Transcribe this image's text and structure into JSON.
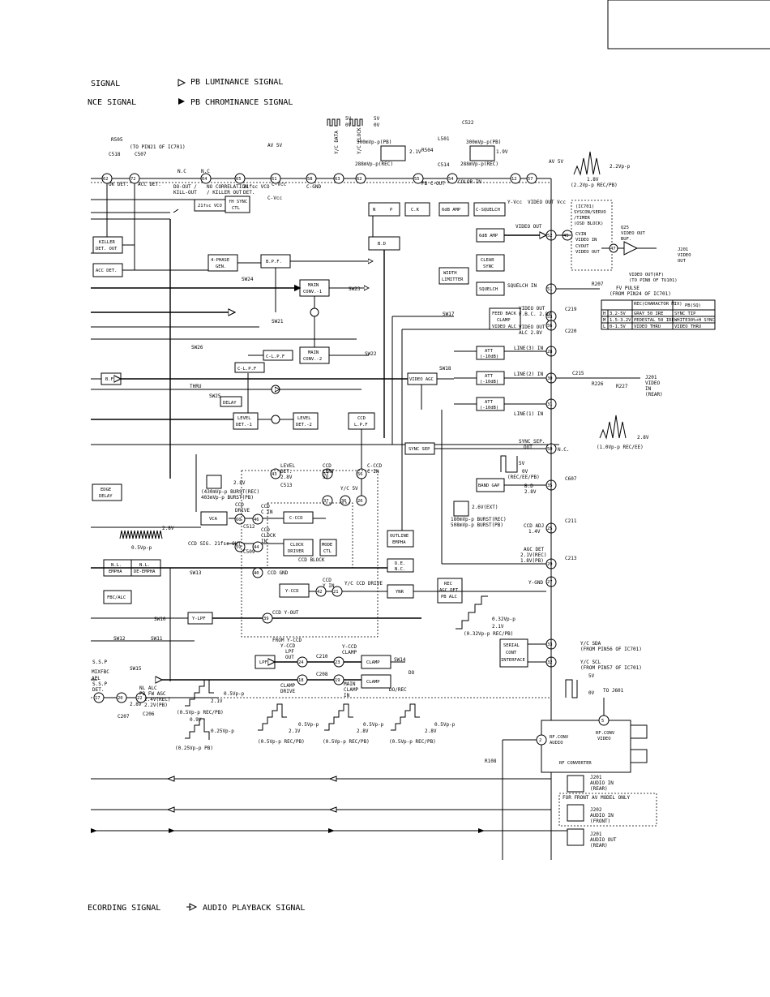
{
  "legend": {
    "top_left_1": "SIGNAL",
    "top_right_1": "PB LUMINANCE SIGNAL",
    "top_left_2": "NCE SIGNAL",
    "top_right_2": "PB CHROMINANCE SIGNAL",
    "bottom_left": "ECORDING SIGNAL",
    "bottom_right": "AUDIO PLAYBACK SIGNAL"
  },
  "top_notes": {
    "r505": "R505",
    "to_pin21": "(TO PIN21 OF IC701)",
    "c518": "C518",
    "c507": "C507",
    "av5v": "AV 5V",
    "av5v_right": "AV 5V",
    "yc_data": "Y/C DATA",
    "yc_clock": "Y/C CLOCK",
    "v5": "5V",
    "v0": "0V",
    "v5b": "5V",
    "v0b": "0V",
    "c522": "C522",
    "l501": "L501",
    "r504": "R504",
    "c514": "C514",
    "wave1_a": "300mVp-p(PB)",
    "wave1_b": "288mVp-p(REC)",
    "wave1_c": "2.1V",
    "wave2_a": "300mVp-p(PB)",
    "wave2_b": "288mVp-p(REC)",
    "wave2_c": "1.9V",
    "pb_cout": "PB C-OUT",
    "color_in": "COLOR IN",
    "nc1": "N.C",
    "nc2": "N.C",
    "do_out": "DO-OUT /",
    "kill_out": "KILL-OUT",
    "no_corr": "NO CORRELATION",
    "killer_out": "/ KILLER OUT",
    "vco_det": "21fsc VCO",
    "vco_det2": "DET.",
    "c_vcc": "C-Vcc",
    "c_vcc2": "C-Vcc",
    "c_gnd": "C-GND",
    "ok_det": "OK DET.",
    "acc_det": "ACC DET.",
    "yvcc": "Y-Vcc",
    "video_out_vcc": "VIDEO OUT Vcc",
    "wave3": "2.2Vp-p",
    "wave3b": "1.8V",
    "wave3c": "(2.2Vp-p REC/PB)"
  },
  "blocks": {
    "vco": "21fsc VCO",
    "sync_ctl_1": "fH SYNC",
    "sync_ctl_2": "CTL",
    "n": "N",
    "p": "P",
    "ck": "C.K",
    "six_db_amp_top": "6dB AMP",
    "c_squelch": "C-SQUELCH",
    "six_db_amp": "6dB AMP",
    "bd": "B.D",
    "clear_sync_1": "CLEAR",
    "clear_sync_2": "SYNC",
    "width_limitter_1": "WIDTH",
    "width_limitter_2": "LIMITTER",
    "squelch": "SQUELCH",
    "killer_1": "KILLER",
    "killer_2": "DET. OUT",
    "acc_det_box": "ACC DET.",
    "four_phase_1": "4-PHASE",
    "four_phase_2": "GEN.",
    "bpf": "B.P.F.",
    "main_conv1_1": "MAIN",
    "main_conv1_2": "CONV.-1",
    "main_conv2_1": "MAIN",
    "main_conv2_2": "CONV.-2",
    "clpf1": "C-L.P.F",
    "clpf2": "C-L.P.F",
    "feedback_1": "FEED BACK",
    "feedback_2": "CLAMP",
    "feedback_3": "VIDEO ALC",
    "att1_1": "ATT",
    "att1_2": "(-10dB)",
    "att2_1": "ATT",
    "att2_2": "(-10dB)",
    "att3_1": "ATT",
    "att3_2": "(-10dB)",
    "video_agc": "VIDEO AGC",
    "bf": "B.F.",
    "delay": "DELAY",
    "level_det1_1": "LEVEL",
    "level_det1_2": "DET.-1",
    "level_det2_1": "LEVEL",
    "level_det2_2": "DET.-2",
    "ccd_lpf_1": "CCD",
    "ccd_lpf_2": "L.P.F",
    "sync_sep": "SYNC SEP",
    "band_gap": "BAND GAP",
    "edge_delay_1": "EDGE",
    "edge_delay_2": "DELAY",
    "vca": "VCA",
    "c_ccd": "C-CCD",
    "clock_driver_1": "CLOCK",
    "clock_driver_2": "DRIVER",
    "mode_ctl_1": "MODE",
    "mode_ctl_2": "CTL",
    "outline_1": "OUTLINE",
    "outline_2": "EMPHA",
    "de_nc_1": "D.E.",
    "de_nc_2": "N.C.",
    "ynr": "YNR",
    "rec_agc_1": "REC",
    "rec_agc_2": "AGC DET",
    "rec_agc_3": "PB ALC",
    "y_ccd": "Y-CCD",
    "nl_empha_1": "N.L.",
    "nl_empha_2": "EMPHA",
    "nl_deempha_1": "N.L.",
    "nl_deempha_2": "DE-EMPHA",
    "fbc_alc": "FBC/ALC",
    "ylpf": "Y-LPF",
    "lpf": "LPF",
    "clamp1": "CLAMP",
    "clamp2": "CLAMP",
    "serial_1": "SERIAL",
    "serial_2": "CONT",
    "serial_3": "INTERFACE",
    "rf_converter": "RF CONVERTER",
    "rf_audio_1": "RF.CONV",
    "rf_audio_2": "AUDIO",
    "rf_video_1": "RF.CONV",
    "rf_video_2": "VIDEO",
    "ic701_1": "(IC701)",
    "ic701_2": "SYSCON/SERVO",
    "ic701_3": "/TIMER",
    "ic701_4": "(OSD BLOCK)",
    "cvin_1": "CVIN",
    "cvin_2": "VIDEO IN",
    "cvout_1": "CVOUT",
    "cvout_2": "VIDEO OUT",
    "q25_1": "Q25",
    "q25_2": "VIDEO OUT",
    "q25_3": "BUF.",
    "ccd_block": "CCD BLOCK",
    "mode_sw": "MODE",
    "ccd_ctl": "CTL"
  },
  "pins": [
    "62",
    "72",
    "64",
    "65",
    "61",
    "58",
    "63",
    "62",
    "55",
    "54",
    "12",
    "57",
    "49",
    "52",
    "47",
    "51",
    "53",
    "56",
    "28",
    "30",
    "31",
    "50",
    "35",
    "25",
    "29",
    "27",
    "43",
    "44",
    "60",
    "59",
    "57",
    "36",
    "26",
    "46",
    "42",
    "21",
    "39",
    "24",
    "23",
    "41",
    "18",
    "19",
    "17",
    "20",
    "22",
    "33",
    "32",
    "2",
    "5"
  ],
  "right_labels": {
    "video_out": "VIDEO OUT",
    "cvin_video_in": "CVIN VIDEO IN",
    "squelch_in": "SQUELCH IN",
    "r207": "R207",
    "fv_pulse_1": "FV PULSE",
    "fv_pulse_2": "(FROM PIN24 OF IC701)",
    "video_out_fbc_1": "VIDEO OUT",
    "video_out_fbc_2": "F.B.C. 2.8V",
    "video_out_alc_1": "VIDEO OUT",
    "video_out_alc_2": "ALC 2.8V",
    "c219": "C219",
    "c220": "C220",
    "line3": "LINE(3) IN",
    "line2": "LINE(2) IN",
    "line1": "LINE(1) IN",
    "c215": "C215",
    "r226": "R226",
    "r227": "R227",
    "j201_1": "J201",
    "j201_2": "VIDEO",
    "j201_3": "IN",
    "j201_4": "(REAR)",
    "wave4_a": "2.8V",
    "wave4_b": "(1.0Vp-p REC/EE)",
    "sync_sep_out_1": "SYNC SEP.",
    "sync_sep_out_2": "OUT",
    "nc": "N.C.",
    "wave5_a": "5V",
    "wave5_b": "0V",
    "wave5_c": "(REC/EE/PB)",
    "c607": "C607",
    "bd_v1": "B.D",
    "bd_v2": "2.8V",
    "wave6_a": "2.6V(EXT)",
    "wave6_b": "180mVp-p BURST(REC)",
    "wave6_c": "508mVp-p BURST(PB)",
    "ccd_adj_1": "CCD ADJ",
    "ccd_adj_2": "1.4V",
    "c211": "C211",
    "agc_det_1": "AGC DET",
    "agc_det_2": "2.1V(REC)",
    "agc_det_3": "1.8V(PB)",
    "c213": "C213",
    "y_gnd": "Y-GND",
    "yc_sda_1": "Y/C SDA",
    "yc_sda_2": "(FROM PIN56 OF IC701)",
    "yc_scl_1": "Y/C SCL",
    "yc_scl_2": "(FROM PIN57 OF IC701)",
    "wave7_a": "5V",
    "wave7_b": "0V",
    "to_j601": "TO J601",
    "wave8_a": "0.32Vp-p",
    "wave8_b": "2.1V",
    "wave8_c": "(0.32Vp-p REC/PB)",
    "rec_play_table_h1": "REC(CHARACTOR MIX)",
    "rec_play_table_h2": "PB(SQ)",
    "row_h": "H",
    "row_h_v": "3.2-5V",
    "row_h_rec": "GRAY 50 IRE",
    "row_h_pb": "SYNC TIP",
    "row_m": "M",
    "row_m_v": "1.5-3.2V",
    "row_m_rec": "PEDESTAL 50 IRE",
    "row_m_pb": "WHITE30%+H SYNC",
    "row_l": "L",
    "row_l_v": "0-1.5V",
    "row_l_rec": "VIDEO THRU",
    "row_l_pb": "VIDEO THRU",
    "video_out_rf_1": "VIDEO OUT(RF)",
    "video_out_rf_2": "(TO PIN8 OF TU101)",
    "j201_out_1": "J201",
    "j201_out_2": "VIDEO",
    "j201_out_3": "OUT"
  },
  "left_labels": {
    "sw24": "SW24",
    "sw21": "SW21",
    "sw23": "SW23",
    "sw22": "SW22",
    "sw26": "SW26",
    "sw25": "SW25",
    "sw17": "SW17",
    "sw18": "SW18",
    "thru": "THRU",
    "sw13": "SW13",
    "sw10": "SW10",
    "sw11": "SW11",
    "sw12": "SW12",
    "sw15": "SW15",
    "sw14": "SW14",
    "level_det_1": "LEVEL",
    "level_det_2": "DET.",
    "level_det_3": "2.8V",
    "c513": "C513",
    "ccd_cont_1": "CCD",
    "ccd_cont_2": "CONT",
    "ccd_cont_3": "5V",
    "c_ccd_in_1": "C-CCD",
    "c_ccd_in_2": "C IN",
    "yc5v": "Y/C 5V",
    "burst_a": "2.8V",
    "burst_b": "(430mVp-p BURST(REC)",
    "burst_c": "403mVp-p BURST(PB)",
    "ccd_drive_1": "CCD",
    "ccd_drive_2": "DRIVE",
    "c512": "C512",
    "ccd_c_in_1": "CCD",
    "ccd_c_in_2": "C IN",
    "ccd_clock_in_1": "CCD",
    "ccd_clock_in_2": "CLOCK",
    "ccd_clock_in_3": "IN",
    "ccd_sig": "CCD SIG. 21fsc OUT",
    "wave9_a": "2.8V",
    "wave9_b": "0.5Vp-p",
    "c509": "C509",
    "ccd_gnd": "CCD GND",
    "ccd_y_in_1": "CCD",
    "ccd_y_in_2": "Y IN",
    "y_ccd_drive": "Y/C CCD DRIVE",
    "ccd_y_out": "CCD Y-OUT",
    "from_yccd": "FROM Y-CCD",
    "yccd_lpf_1": "Y-CCD",
    "yccd_lpf_2": "LPF",
    "yccd_lpf_3": "OUT",
    "c210": "C210",
    "yccd_clamp_1": "Y-CCD",
    "yccd_clamp_2": "CLAMP",
    "c208": "C208",
    "clamp_drive_1": "CLAMP",
    "clamp_drive_2": "DRIVE",
    "main_clamp_1": "MAIN",
    "main_clamp_2": "CLAMP",
    "main_clamp_3": "IN",
    "do_rec": "DO/REC",
    "do": "DO",
    "nl_alc_1": "NL ALC",
    "nl_alc_2": "PB FW AGC",
    "ssp_det_1": "S.S.P",
    "ssp_det_2": "DET.",
    "mix_fbc": "FBC",
    "mix_1": "MIX",
    "mix_2": "APL",
    "c207": "C207",
    "c206": "C206",
    "v28": "2.8V",
    "v24_rec": "2.4V(REC)",
    "v22_pb": "2.2V(PB)",
    "wave10_a": "(0.5Vp-p REC/PB)",
    "wave10_b": "2.1V",
    "wave10_c": "0.5Vp-p",
    "wave11_a": "0.9V",
    "wave11_b": "0.25Vp-p",
    "wave11_c": "(0.25Vp-p PB)",
    "wave12_a": "0.5Vp-p",
    "wave12_b": "2.1V",
    "wave12_c": "(0.5Vp-p REC/PB)",
    "wave13_a": "0.5Vp-p",
    "wave13_b": "2.8V",
    "wave13_c": "(0.5Vp-p REC/PB)",
    "wave14_a": "0.5Vp-p",
    "wave14_b": "2.8V",
    "wave14_c": "(0.5Vp-p REC/PB)",
    "wave15": "0.5Vp-p"
  },
  "audio": {
    "r108": "R108",
    "j201a_1": "J201",
    "j201a_2": "AUDIO IN",
    "j201a_3": "(REAR)",
    "front_av": "FOR FRONT AV MODEL ONLY",
    "j202_1": "J202",
    "j202_2": "AUDIO IN",
    "j202_3": "(FRONT)",
    "j201b_1": "J201",
    "j201b_2": "AUDIO OUT",
    "j201b_3": "(REAR)"
  }
}
